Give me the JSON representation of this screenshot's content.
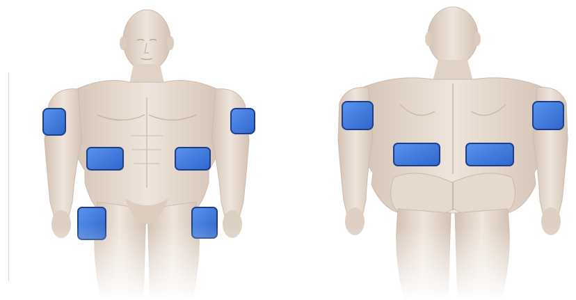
{
  "figures": [
    {
      "id": "front",
      "view": "front"
    },
    {
      "id": "back",
      "view": "back"
    }
  ],
  "colors": {
    "skin": "#e9dcd0",
    "skin_shadow": "#c9b7a8",
    "skin_highlight": "#f6eee7",
    "site_fill": "#3b78e0",
    "site_stroke": "#1d3f86"
  },
  "injection_sites": {
    "front": [
      "left-upper-arm",
      "right-upper-arm",
      "left-abdomen",
      "right-abdomen",
      "left-thigh",
      "right-thigh"
    ],
    "back": [
      "left-upper-arm",
      "right-upper-arm",
      "left-lower-back",
      "right-lower-back"
    ]
  }
}
